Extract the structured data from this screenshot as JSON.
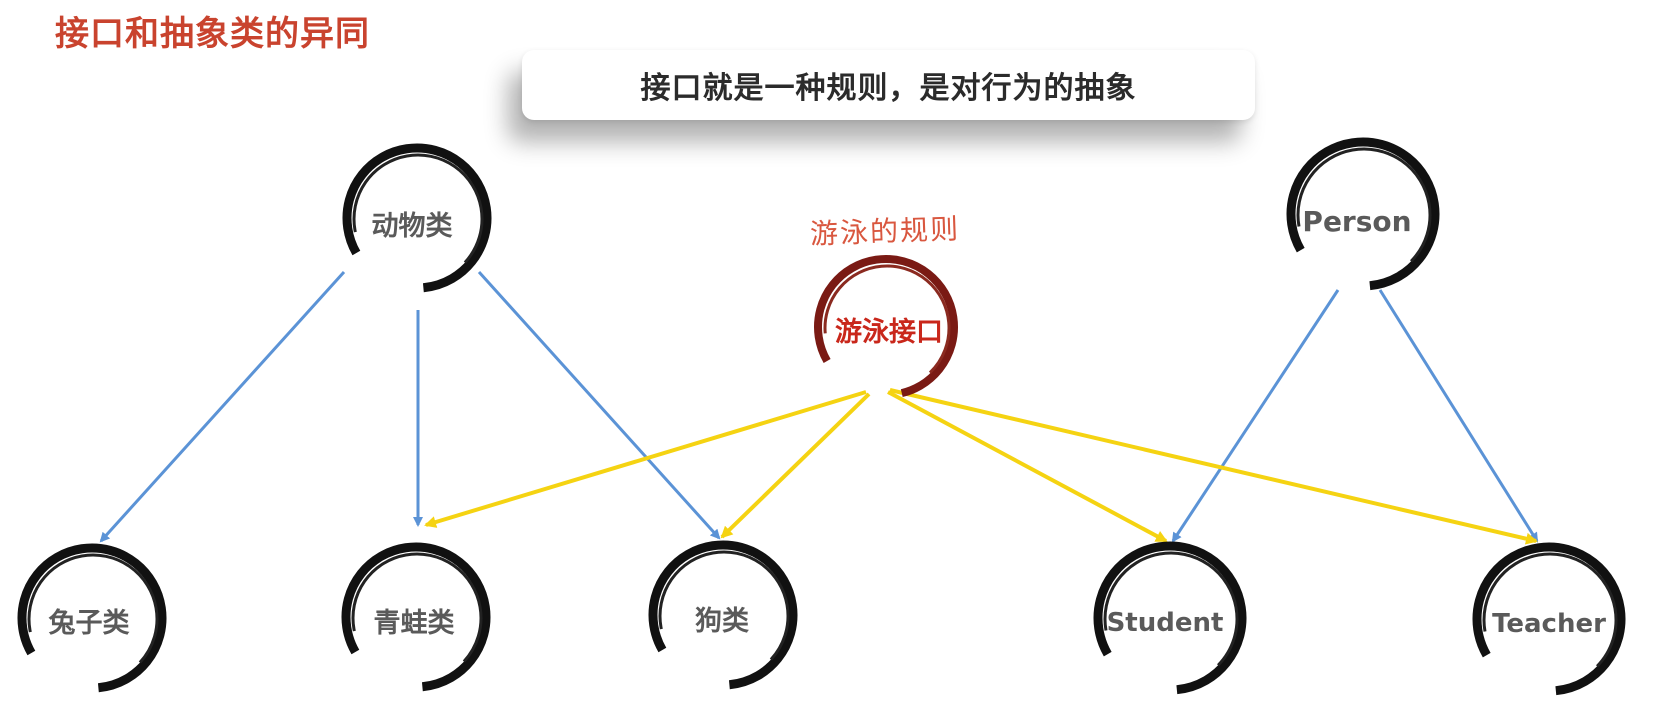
{
  "title": "接口和抽象类的异同",
  "banner": {
    "text": "接口就是一种规则，是对行为的抽象"
  },
  "note": "游泳的规则",
  "nodes": {
    "animal": "动物类",
    "person": "Person",
    "swim": "游泳接口",
    "rabbit": "兔子类",
    "frog": "青蛙类",
    "dog": "狗类",
    "student": "Student",
    "teacher": "Teacher"
  },
  "colors": {
    "title": "#c9432e",
    "inheritance_arrow": "#5b93d6",
    "interface_arrow": "#f5d312",
    "interface_node": "#c9271b",
    "class_ring": "#111111",
    "class_text": "#5a5a5a",
    "interface_ring": "#7a1a14"
  }
}
